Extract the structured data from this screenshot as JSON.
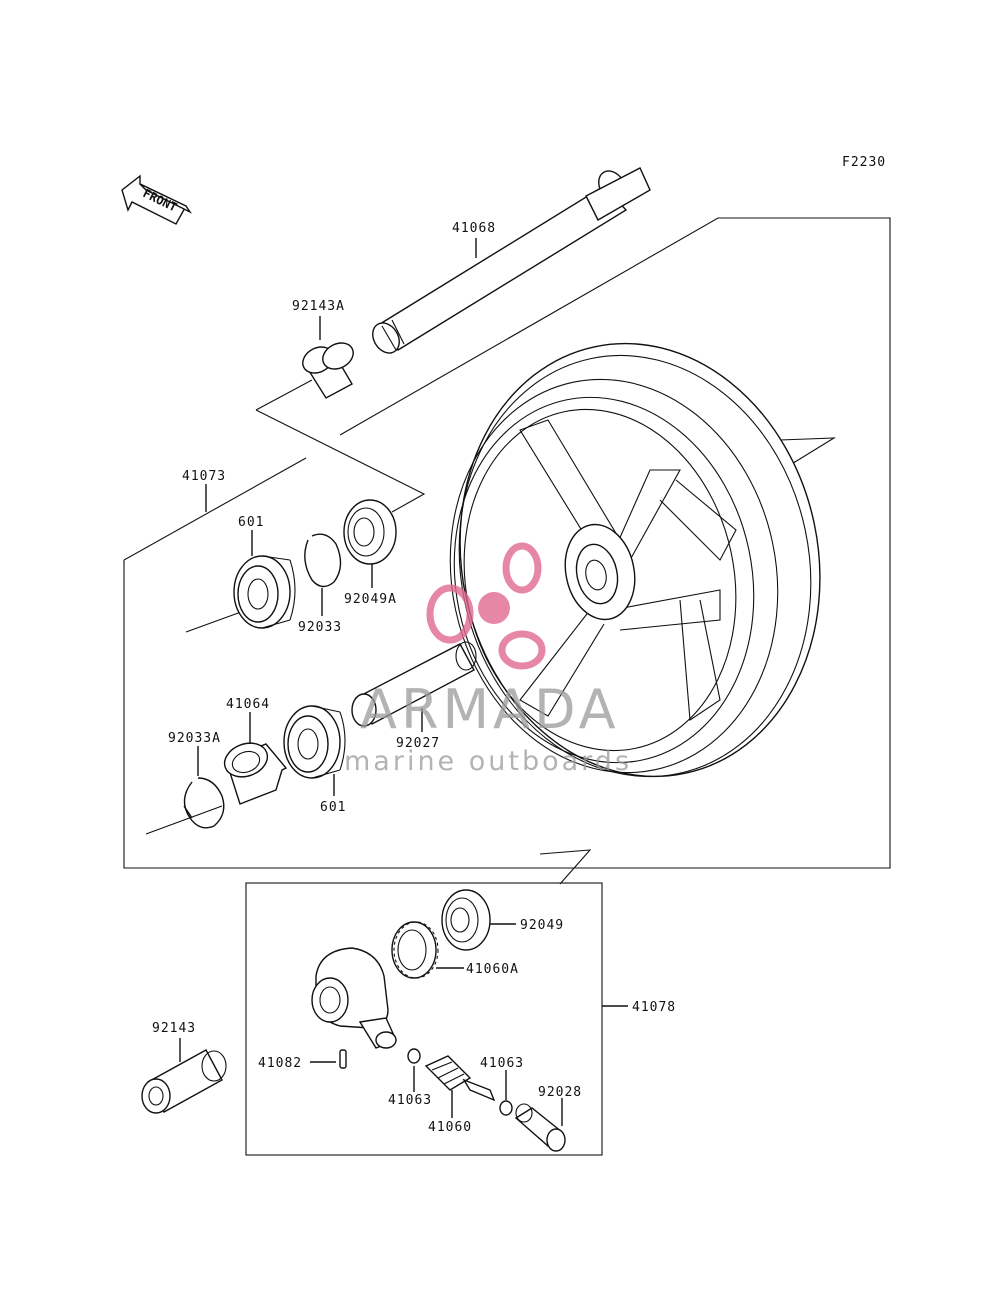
{
  "diagram": {
    "code": "F2230",
    "front_label": "FRONT",
    "parts": {
      "p41068": "41068",
      "p92143A": "92143A",
      "p41073": "41073",
      "p601_top": "601",
      "p92033": "92033",
      "p92049A": "92049A",
      "p41064": "41064",
      "p92027": "92027",
      "p92033A": "92033A",
      "p601_bottom": "601",
      "p92049": "92049",
      "p41060A": "41060A",
      "p41078": "41078",
      "p92143": "92143",
      "p41082": "41082",
      "p41063_left": "41063",
      "p41063_right": "41063",
      "p92028": "92028",
      "p41060": "41060"
    }
  },
  "watermark": {
    "brand": "ARMADA",
    "tagline": "marine outboards",
    "logo_color": "#e06a8f"
  }
}
